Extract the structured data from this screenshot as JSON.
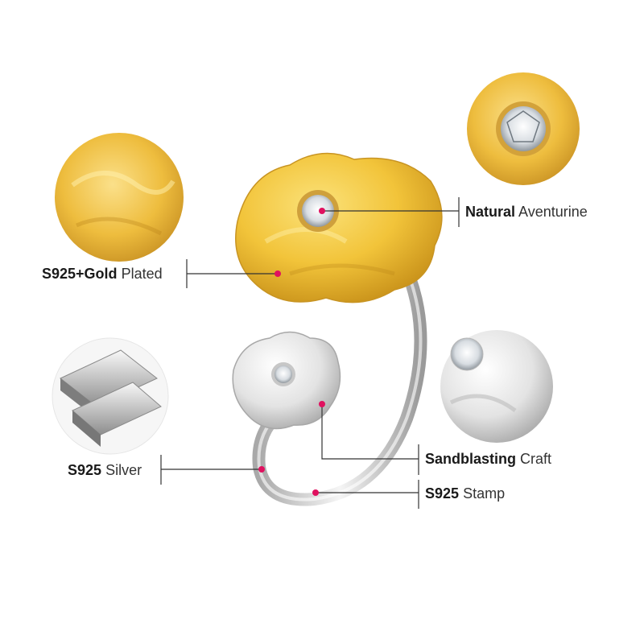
{
  "labels": {
    "natural": {
      "bold": "Natural",
      "rest": "Aventurine"
    },
    "gold": {
      "bold": "S925+Gold",
      "rest": "Plated"
    },
    "sand": {
      "bold": "Sandblasting",
      "rest": "Craft"
    },
    "silver": {
      "bold": "S925",
      "rest": "Silver"
    },
    "stamp": {
      "bold": "S925",
      "rest": "Stamp"
    }
  },
  "colors": {
    "gold": "#f2c43a",
    "silver": "#d9d9d9",
    "accent": "#e0115f",
    "line": "#333333"
  }
}
